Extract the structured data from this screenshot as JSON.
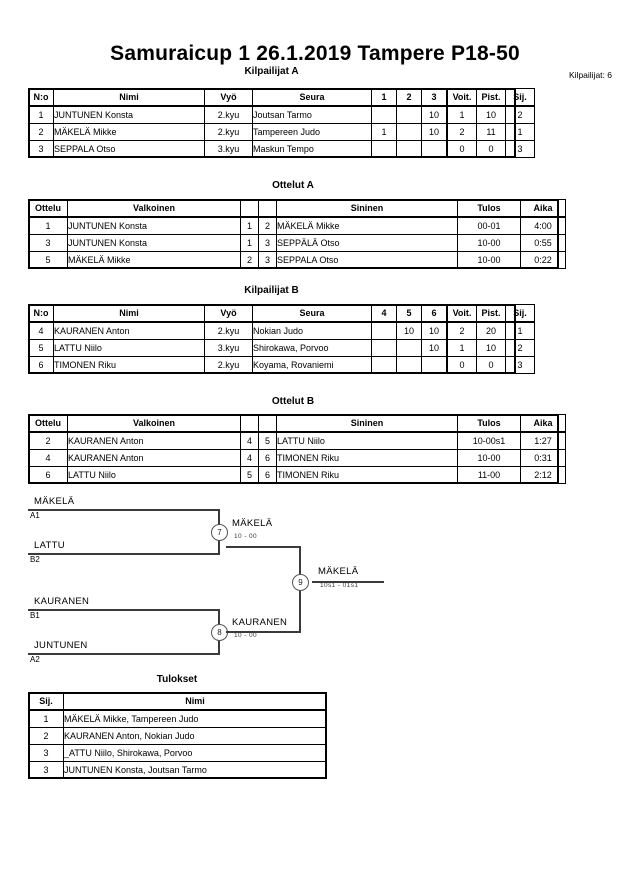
{
  "document": {
    "title": "Samuraicup 1  26.1.2019  Tampere   P18-50",
    "competitor_count_label": "Kilpailijat: 6"
  },
  "pool_a": {
    "heading": "Kilpailijat A",
    "columns": {
      "no": "N:o",
      "name": "Nimi",
      "belt": "Vyö",
      "club": "Seura",
      "s1": "1",
      "s2": "2",
      "s3": "3",
      "wins": "Voit.",
      "points": "Pist.",
      "rank": "Sij."
    },
    "rows": [
      {
        "no": "1",
        "name": "JUNTUNEN Konsta",
        "belt": "2.kyu",
        "club": "Joutsan Tarmo",
        "s1": "",
        "s2": "",
        "s3": "10",
        "wins": "1",
        "points": "10",
        "rank": "2"
      },
      {
        "no": "2",
        "name": "MÄKELÄ Mikke",
        "belt": "2.kyu",
        "club": "Tampereen Judo",
        "s1": "1",
        "s2": "",
        "s3": "10",
        "wins": "2",
        "points": "11",
        "rank": "1"
      },
      {
        "no": "3",
        "name": "SEPPALA Otso",
        "belt": "3.kyu",
        "club": "Maskun Tempo",
        "s1": "",
        "s2": "",
        "s3": "",
        "wins": "0",
        "points": "0",
        "rank": "3"
      }
    ]
  },
  "matches_a": {
    "heading": "Ottelut A",
    "columns": {
      "no": "Ottelu",
      "white": "Valkoinen",
      "wnum": "",
      "bnum": "",
      "blue": "Sininen",
      "result": "Tulos",
      "time": "Aika"
    },
    "rows": [
      {
        "no": "1",
        "white": "JUNTUNEN Konsta",
        "wnum": "1",
        "bnum": "2",
        "blue": "MÄKELÄ Mikke",
        "result": "00-01",
        "time": "4:00"
      },
      {
        "no": "3",
        "white": "JUNTUNEN Konsta",
        "wnum": "1",
        "bnum": "3",
        "blue": "SEPPÄLÄ Otso",
        "result": "10-00",
        "time": "0:55"
      },
      {
        "no": "5",
        "white": "MÄKELÄ Mikke",
        "wnum": "2",
        "bnum": "3",
        "blue": "SEPPALA Otso",
        "result": "10-00",
        "time": "0:22"
      }
    ]
  },
  "pool_b": {
    "heading": "Kilpailijat B",
    "columns": {
      "no": "N:o",
      "name": "Nimi",
      "belt": "Vyö",
      "club": "Seura",
      "s1": "4",
      "s2": "5",
      "s3": "6",
      "wins": "Voit.",
      "points": "Pist.",
      "rank": "Sij."
    },
    "rows": [
      {
        "no": "4",
        "name": "KAURANEN Anton",
        "belt": "2.kyu",
        "club": "Nokian Judo",
        "s1": "",
        "s2": "10",
        "s3": "10",
        "wins": "2",
        "points": "20",
        "rank": "1"
      },
      {
        "no": "5",
        "name": "LATTU Niilo",
        "belt": "3.kyu",
        "club": "Shirokawa, Porvoo",
        "s1": "",
        "s2": "",
        "s3": "10",
        "wins": "1",
        "points": "10",
        "rank": "2"
      },
      {
        "no": "6",
        "name": "TIMONEN Riku",
        "belt": "2.kyu",
        "club": "Koyama, Rovaniemi",
        "s1": "",
        "s2": "",
        "s3": "",
        "wins": "0",
        "points": "0",
        "rank": "3"
      }
    ]
  },
  "matches_b": {
    "heading": "Ottelut B",
    "columns": {
      "no": "Ottelu",
      "white": "Valkoinen",
      "wnum": "",
      "bnum": "",
      "blue": "Sininen",
      "result": "Tulos",
      "time": "Aika"
    },
    "rows": [
      {
        "no": "2",
        "white": "KAURANEN Anton",
        "wnum": "4",
        "bnum": "5",
        "blue": "LATTU Niilo",
        "result": "10-00s1",
        "time": "1:27"
      },
      {
        "no": "4",
        "white": "KAURANEN Anton",
        "wnum": "4",
        "bnum": "6",
        "blue": "TIMONEN Riku",
        "result": "10-00",
        "time": "0:31"
      },
      {
        "no": "6",
        "white": "LATTU Niilo",
        "wnum": "5",
        "bnum": "6",
        "blue": "TIMONEN Riku",
        "result": "11-00",
        "time": "2:12"
      }
    ]
  },
  "bracket": {
    "entrants": [
      {
        "name": "MÄKELÄ",
        "seed": "A1"
      },
      {
        "name": "LATTU",
        "seed": "B2"
      },
      {
        "name": "KAURANEN",
        "seed": "B1"
      },
      {
        "name": "JUNTUNEN",
        "seed": "A2"
      }
    ],
    "semifinal_top": {
      "node": "7",
      "winner": "MÄKELÄ",
      "score": "10 - 00"
    },
    "semifinal_bottom": {
      "node": "8",
      "winner": "KAURANEN",
      "score": "10 - 00"
    },
    "final": {
      "node": "9",
      "winner": "MÄKELÄ",
      "score": "10s1 - 01s1"
    }
  },
  "results": {
    "heading": "Tulokset",
    "columns": {
      "rank": "Sij.",
      "name": "Nimi"
    },
    "rows": [
      {
        "rank": "1",
        "name": "MÄKELÄ Mikke, Tampereen Judo"
      },
      {
        "rank": "2",
        "name": "KAURANEN Anton, Nokian Judo"
      },
      {
        "rank": "3",
        "name": "_ATTU Niilo, Shirokawa, Porvoo"
      },
      {
        "rank": "3",
        "name": "JUNTUNEN Konsta, Joutsan Tarmo"
      }
    ]
  }
}
